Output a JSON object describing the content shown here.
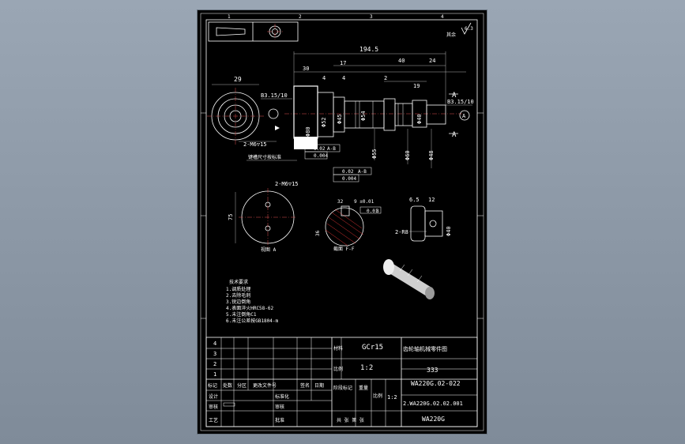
{
  "drawing": {
    "top_frame_markers": [
      "1",
      "2",
      "3",
      "4"
    ],
    "surface_finish": "6.3",
    "surface_note": "其余",
    "dimensions": {
      "overall_length": "194.5",
      "d30": "30",
      "d17": "17",
      "d40": "40",
      "d24": "24",
      "d4a": "4",
      "d4b": "4",
      "d2": "2",
      "d19": "19",
      "phi29": "29",
      "centre_hole_left": "B3.15/10",
      "centre_hole_right": "B3.15/10",
      "phi52": "Φ52",
      "phi45": "Φ45",
      "phi54": "Φ54",
      "phi55": "Φ55",
      "phi60": "Φ60",
      "phi40": "Φ40",
      "phi48": "Φ48",
      "phi80": "Φ80",
      "tap_left": "2-M6▽15",
      "tap_mid": "2-M6▽15",
      "dim75": "75",
      "dim32": "32",
      "dim9": "9 ±0.01",
      "dim36": "36",
      "dim65": "6.5",
      "dim12": "12",
      "phi40_small": "Φ40",
      "r_fillet": "2-R8",
      "section_A": "A",
      "datum_A": "A",
      "datum_B": "B"
    },
    "tolerances": {
      "circ1_val": "0.02",
      "circ1_ref": "A-B",
      "flat1_val": "0.004",
      "circ2_val": "0.02",
      "circ2_ref": "A-B",
      "flat2_val": "0.004",
      "sym_val": "0.01",
      "sym_ref": "B"
    },
    "view_labels": {
      "view_left": "视图 A",
      "view_mid": "截面 F-F"
    },
    "leader_note": "键槽尺寸按标准",
    "tech_requirements": {
      "title": "技术要求",
      "items": [
        "1.调质处理",
        "2.去除毛刺",
        "3.锐边倒角",
        "4.表面淬火HRC58-62",
        "5.未注倒角C1",
        "6.未注公差按GB1804-m"
      ]
    }
  },
  "title_block": {
    "rev_rows": [
      "4",
      "3",
      "2",
      "1"
    ],
    "material": "GCr15",
    "part_name": "齿轮轴机械零件图",
    "scale_label": "比例",
    "scale": "1:2",
    "qty": "333",
    "drawing_no": "WA220G.02-022",
    "assembly_no": "2.WA220G.02.02.001",
    "product": "WA220G",
    "sheet_ratio": "1:2",
    "material_label": "材料",
    "headers": [
      "标记",
      "处数",
      "分区",
      "更改文件号",
      "签名",
      "日期"
    ],
    "roles": [
      "设计",
      "审核",
      "工艺"
    ],
    "std_label": "标准化",
    "approve_label": "批准",
    "stage_label": "阶段标记",
    "weight_label": "重量",
    "sheets_label": "共 张 第 张",
    "small_label": "比例"
  }
}
